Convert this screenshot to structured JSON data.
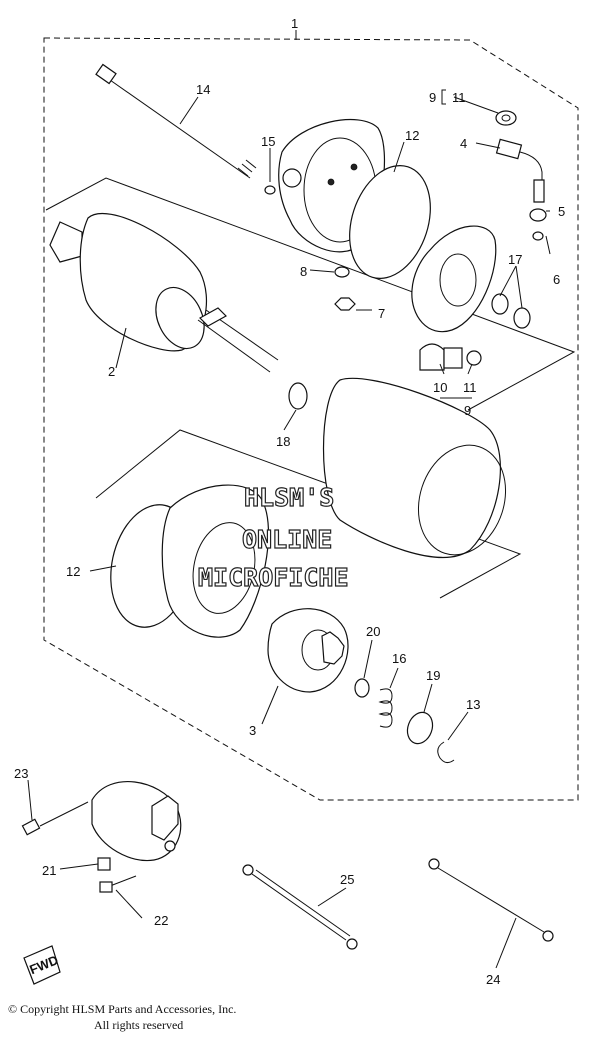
{
  "diagram": {
    "callouts": {
      "c1": "1",
      "c2": "2",
      "c3": "3",
      "c4": "4",
      "c5": "5",
      "c6": "6",
      "c7": "7",
      "c8": "8",
      "c9a": "9",
      "c9b": "9",
      "c10": "10",
      "c11a": "11",
      "c11b": "11",
      "c12a": "12",
      "c12b": "12",
      "c13": "13",
      "c14": "14",
      "c15": "15",
      "c16": "16",
      "c17": "17",
      "c18": "18",
      "c19": "19",
      "c20": "20",
      "c21": "21",
      "c22": "22",
      "c23": "23",
      "c24": "24",
      "c25": "25"
    },
    "fwd_label": "FWD"
  },
  "watermark": {
    "line1": "HLSM'S",
    "line2": "ONLINE",
    "line3": "MICROFICHE"
  },
  "copyright": {
    "line1": "© Copyright HLSM Parts and Accessories, Inc.",
    "line2": "All rights reserved"
  }
}
